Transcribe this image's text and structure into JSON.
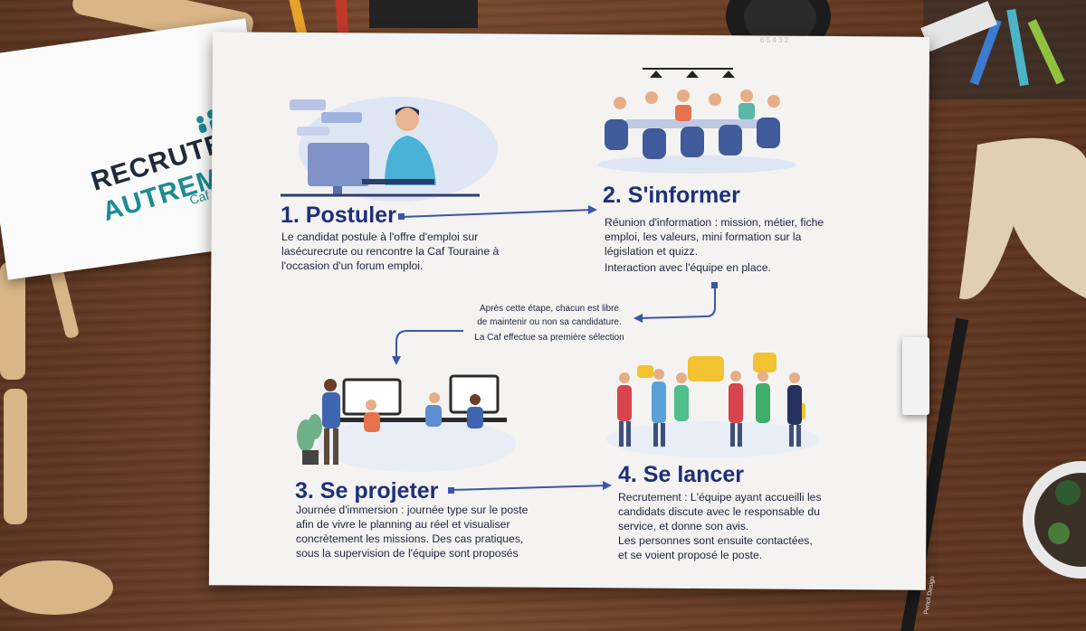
{
  "logo": {
    "line1": "RECRUTER",
    "line2": "AUTREMENT",
    "line3": "Caf Touraine"
  },
  "steps": [
    {
      "title": "1. Postuler",
      "lines": [
        "Le candidat postule à l'offre d'emploi sur",
        "lasécurecrute ou rencontre la Caf Touraine à",
        "l'occasion d'un forum emploi."
      ],
      "illustration": "person-at-computer-illustration"
    },
    {
      "title": "2. S'informer",
      "lines": [
        "Réunion d'information : mission, métier, fiche",
        "emploi, les valeurs, mini formation sur la",
        "législation et quizz.",
        "Interaction avec l'équipe en place."
      ],
      "illustration": "meeting-table-illustration"
    },
    {
      "title": "3. Se projeter",
      "lines": [
        "Journée d'immersion : journée type sur le poste",
        "afin de vivre le planning au réel et visualiser",
        "concrètement les missions. Des cas pratiques,",
        "sous la supervision de l'équipe sont proposés"
      ],
      "illustration": "office-desks-illustration"
    },
    {
      "title": "4. Se lancer",
      "lines": [
        "Recrutement : L'équipe ayant accueilli les",
        "candidats discute avec le responsable du",
        "service, et donne son avis.",
        "Les personnes sont ensuite contactées,",
        "et se voient proposé le poste."
      ],
      "illustration": "team-thumbs-up-illustration"
    }
  ],
  "transition_note": {
    "lines": [
      "Après cette étape, chacun est libre",
      "de maintenir ou non sa candidature.",
      "La Caf effectue sa première sélection"
    ]
  },
  "pencil_brand": "Pencil Design",
  "lens_text": "6 5 4 3 2",
  "colors": {
    "title_blue": "#1e2f7a",
    "arrow_blue": "#3b55a8",
    "teal": "#1b8b95",
    "desk_wood": "#6b3f25"
  }
}
